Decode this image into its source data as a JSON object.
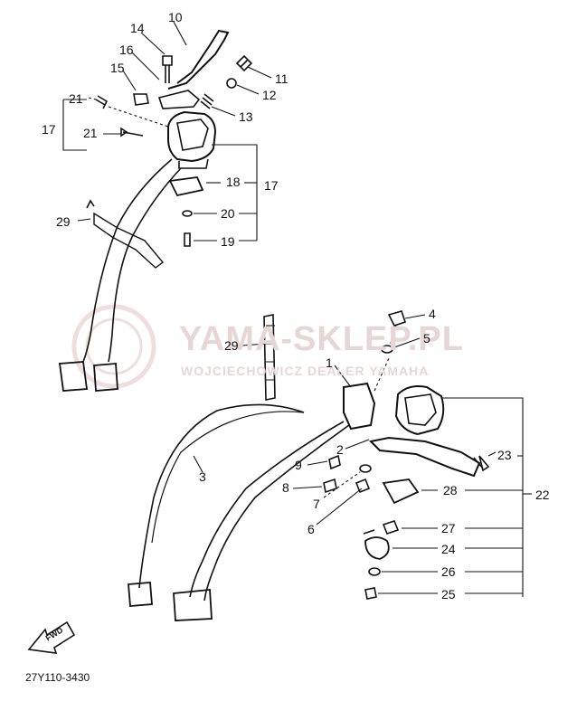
{
  "diagram": {
    "part_code": "27Y110-3430",
    "watermark": {
      "title": "YAMA-SKLEP.PL",
      "subtitle": "WOJCIECHOWICZ DEALER YAMAHA"
    },
    "fwd_arrow": "FWD",
    "callouts": {
      "p1": "1",
      "p2": "2",
      "p3": "3",
      "p4": "4",
      "p5": "5",
      "p6": "6",
      "p7": "7",
      "p8": "8",
      "p9": "9",
      "p10": "10",
      "p11": "11",
      "p12": "12",
      "p13": "13",
      "p14": "14",
      "p15": "15",
      "p16": "16",
      "p17a": "17",
      "p17b": "17",
      "p18": "18",
      "p19": "19",
      "p20": "20",
      "p21a": "21",
      "p21b": "21",
      "p22": "22",
      "p23": "23",
      "p24": "24",
      "p25": "25",
      "p26": "26",
      "p27": "27",
      "p28": "28",
      "p29a": "29",
      "p29b": "29"
    },
    "colors": {
      "ink": "#111111",
      "watermark": "#e7d6d6"
    }
  }
}
